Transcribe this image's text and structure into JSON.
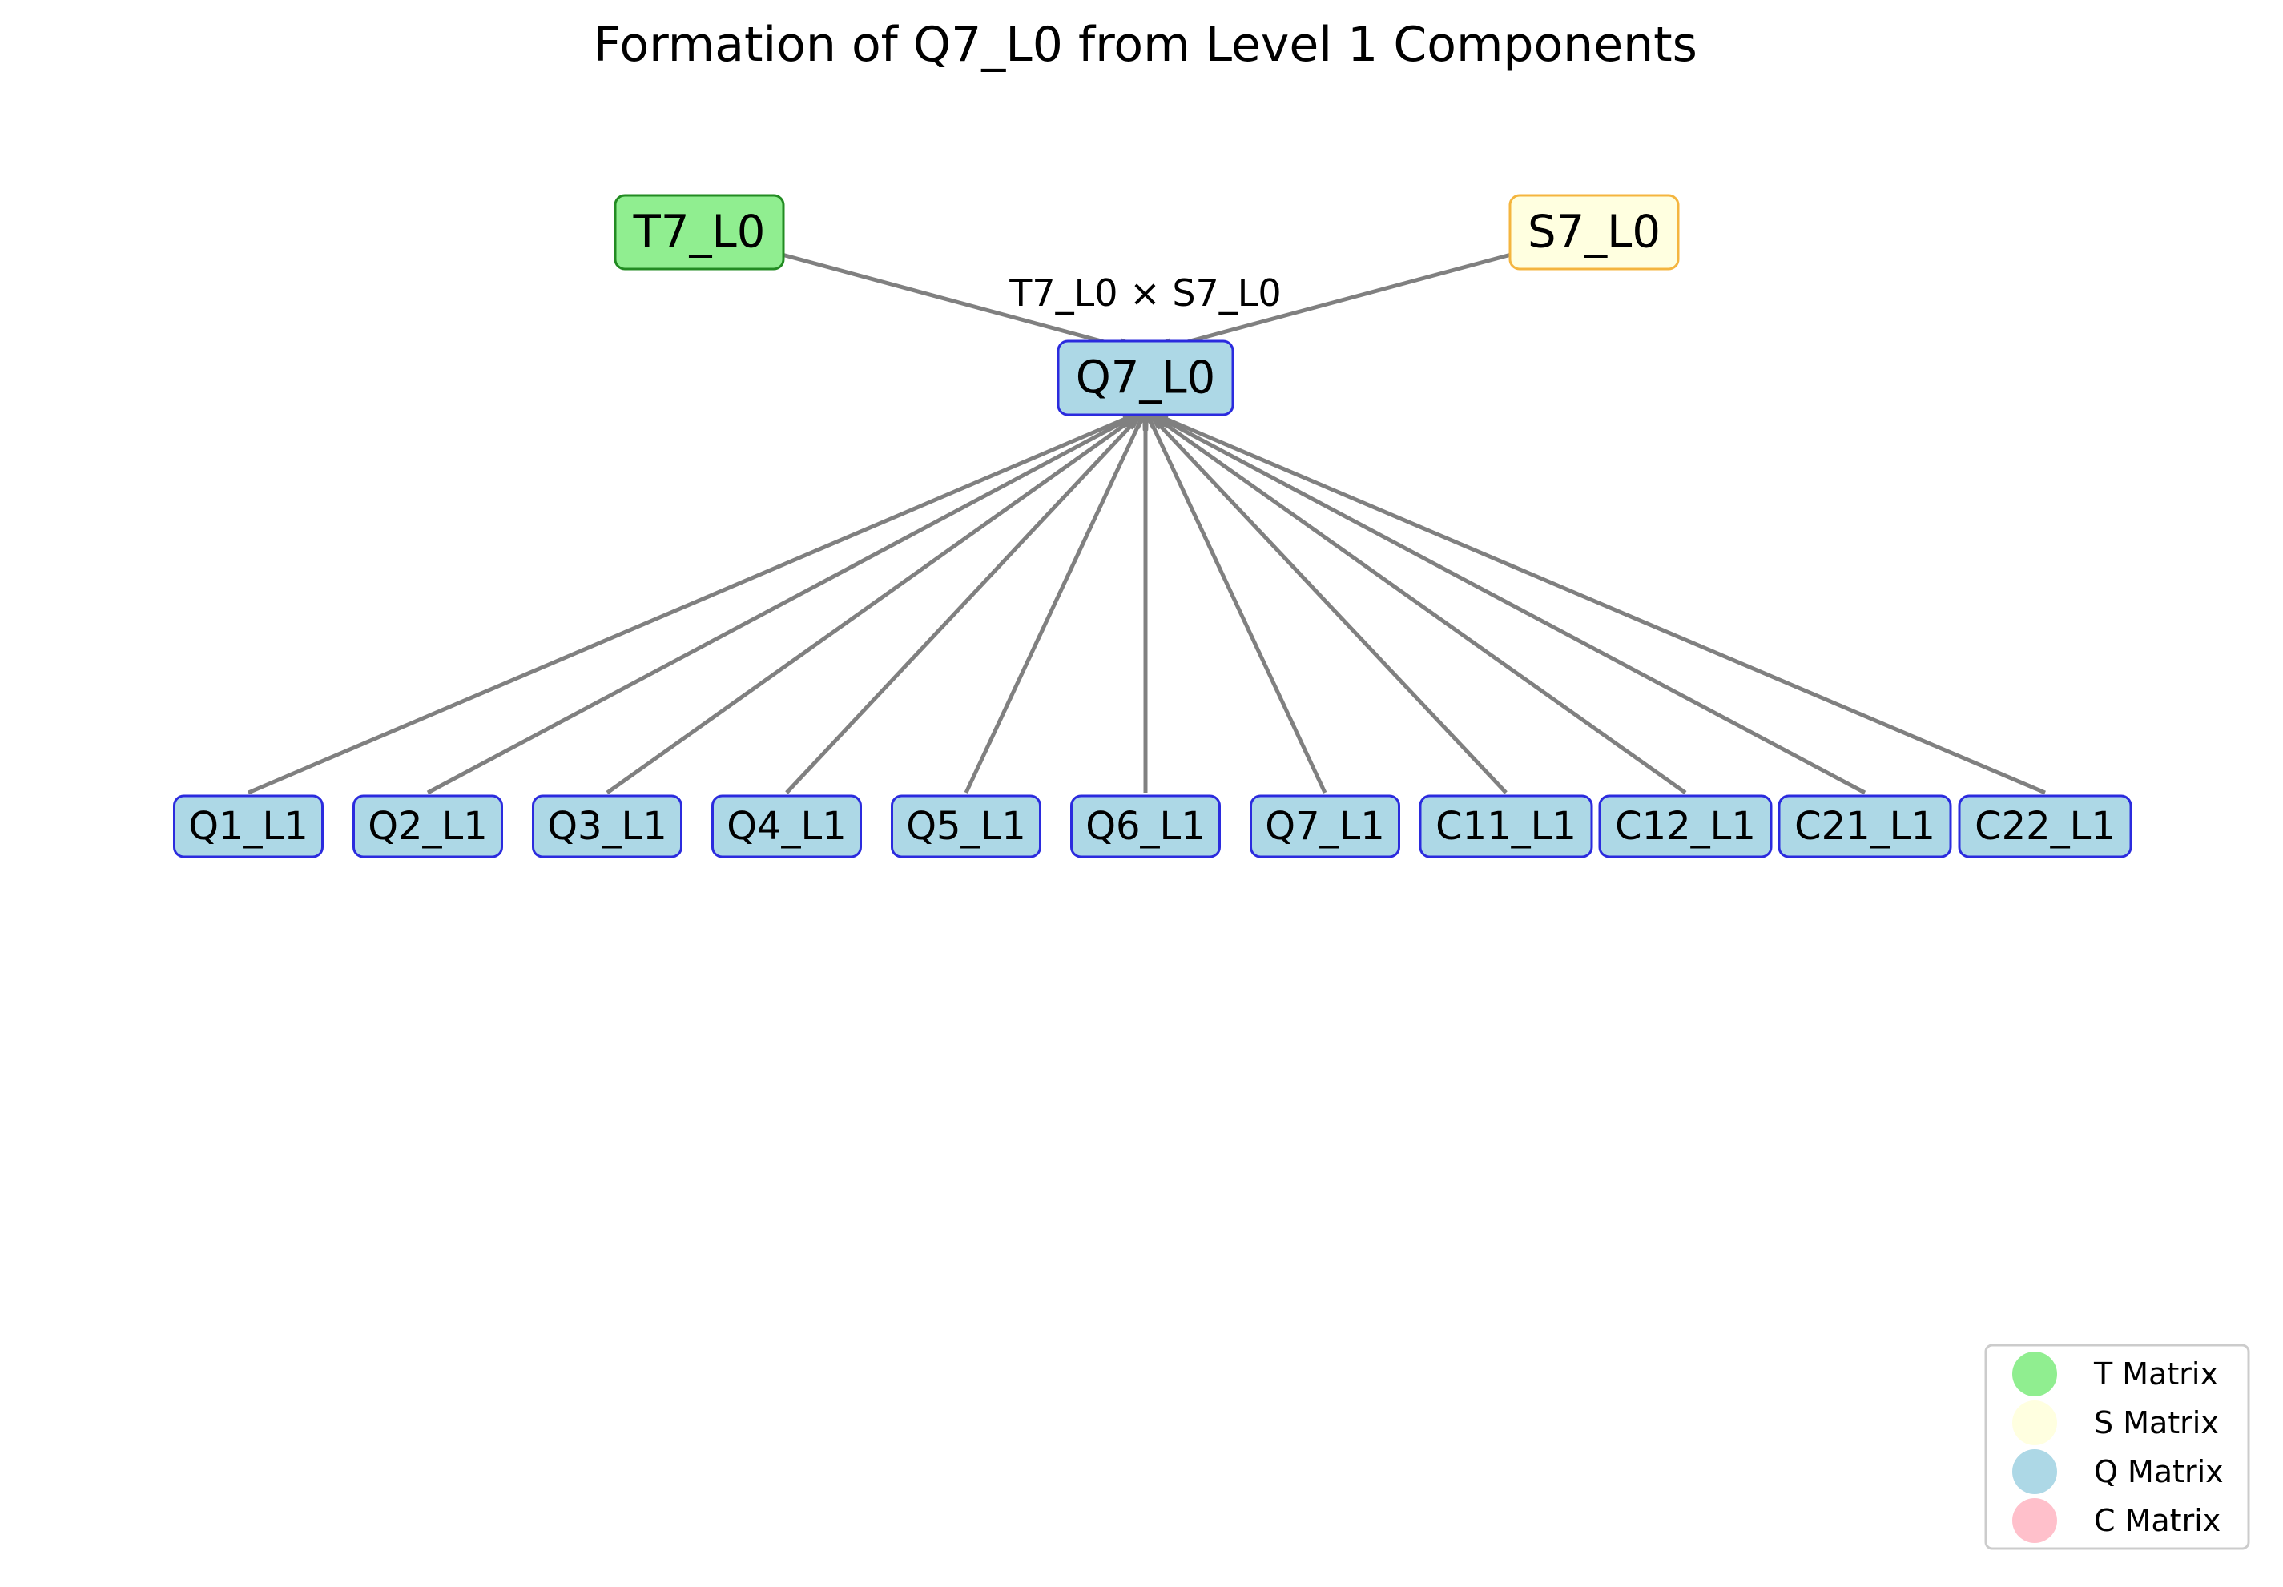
{
  "title": "Formation of Q7_L0 from Level 1 Components",
  "colors": {
    "T": "#90ee90",
    "S": "#ffffe0",
    "Q": "#add8e6",
    "C": "#ffc0cb",
    "edge": "#808080"
  },
  "nodes": {
    "t_node": {
      "label": "T7_L0",
      "type": "T"
    },
    "s_node": {
      "label": "S7_L0",
      "type": "S"
    },
    "target": {
      "label": "Q7_L0",
      "type": "Q"
    },
    "components": [
      {
        "label": "Q1_L1",
        "type": "Q"
      },
      {
        "label": "Q2_L1",
        "type": "Q"
      },
      {
        "label": "Q3_L1",
        "type": "Q"
      },
      {
        "label": "Q4_L1",
        "type": "Q"
      },
      {
        "label": "Q5_L1",
        "type": "Q"
      },
      {
        "label": "Q6_L1",
        "type": "Q"
      },
      {
        "label": "Q7_L1",
        "type": "Q"
      },
      {
        "label": "C11_L1",
        "type": "Q"
      },
      {
        "label": "C12_L1",
        "type": "Q"
      },
      {
        "label": "C21_L1",
        "type": "Q"
      },
      {
        "label": "C22_L1",
        "type": "Q"
      }
    ]
  },
  "edge_label": "T7_L0 × S7_L0",
  "legend": [
    {
      "label": "T Matrix",
      "type": "T"
    },
    {
      "label": "S Matrix",
      "type": "S"
    },
    {
      "label": "Q Matrix",
      "type": "Q"
    },
    {
      "label": "C Matrix",
      "type": "C"
    }
  ]
}
